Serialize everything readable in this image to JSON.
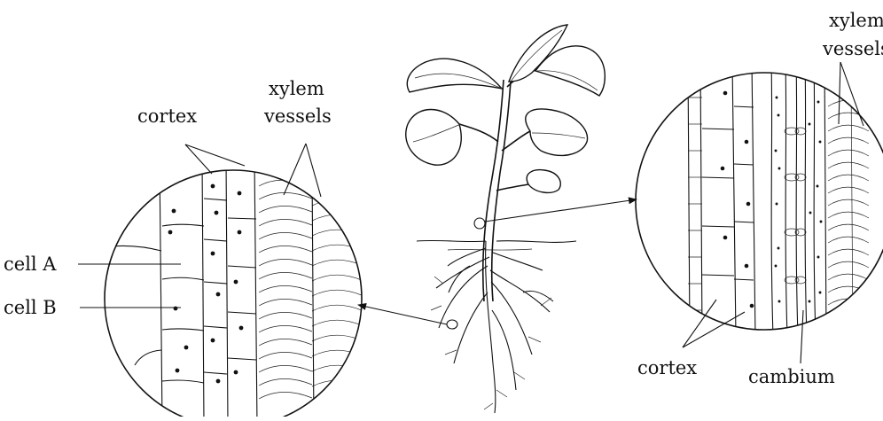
{
  "diagram": {
    "left_view": {
      "labels": {
        "cortex": "cortex",
        "xylem_line1": "xylem",
        "xylem_line2": "vessels",
        "cell_a": "cell A",
        "cell_b": "cell B"
      }
    },
    "right_view": {
      "labels": {
        "xylem_line1": "xylem",
        "xylem_line2": "vessels",
        "cortex": "cortex",
        "cambium": "cambium"
      }
    }
  }
}
